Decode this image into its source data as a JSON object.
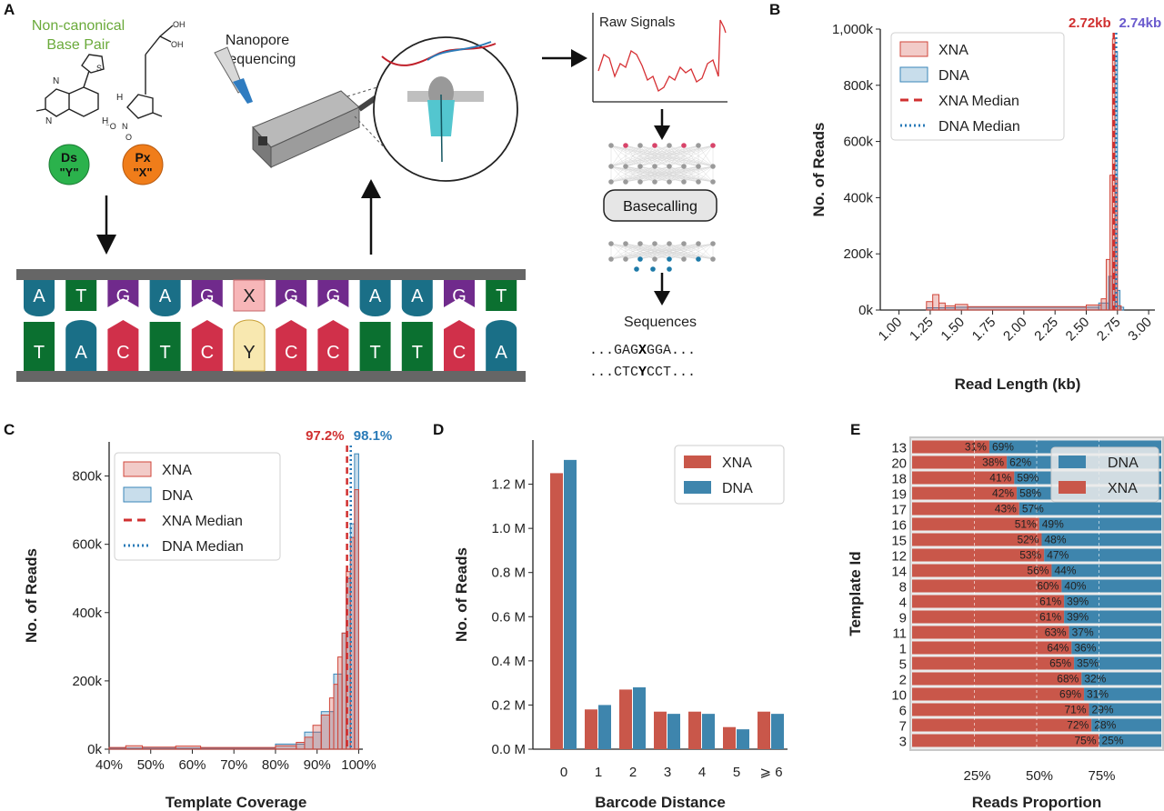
{
  "figure": {
    "panel_letters": [
      "A",
      "B",
      "C",
      "D",
      "E"
    ],
    "panel_a": {
      "noncanonical_line1": "Non-canonical",
      "noncanonical_line2": "Base Pair",
      "ds_label": "Ds",
      "ds_sub": "\"Y\"",
      "px_label": "Px",
      "px_sub": "\"X\"",
      "nanopore_line1": "Nanopore",
      "nanopore_line2": "Sequencing",
      "raw_signals": "Raw Signals",
      "basecalling": "Basecalling",
      "sequences": "Sequences",
      "seq_top_pre": "...GAG",
      "seq_top_x": "X",
      "seq_top_post": "GGA...",
      "seq_bottom_pre": "...CTC",
      "seq_bottom_y": "Y",
      "seq_bottom_post": "CCT...",
      "top_strand": [
        "A",
        "T",
        "G",
        "A",
        "G",
        "X",
        "G",
        "G",
        "A",
        "A",
        "G",
        "T"
      ],
      "bottom_strand": [
        "T",
        "A",
        "C",
        "T",
        "C",
        "Y",
        "C",
        "C",
        "T",
        "T",
        "C",
        "A"
      ],
      "base_colors": {
        "A": "#1a6f87",
        "T": "#0b7030",
        "G": "#702a8c",
        "C": "#d0304a",
        "X": "#f7b6b8",
        "Y": "#f8e8b0"
      },
      "ds_color": "#2bb24c",
      "px_color": "#f07d1a",
      "accent_green": "#6aaa3a"
    }
  },
  "chart_data": [
    {
      "panel": "B",
      "type": "histogram",
      "xlabel": "Read Length (kb)",
      "ylabel": "No. of Reads",
      "xticks": [
        "1.00",
        "1.25",
        "1.50",
        "1.75",
        "2.00",
        "2.25",
        "2.50",
        "2.75",
        "3.00"
      ],
      "yticks": [
        "0k",
        "200k",
        "400k",
        "600k",
        "800k",
        "1,000k"
      ],
      "xlim": [
        0.85,
        3.05
      ],
      "ylim": [
        0,
        1000
      ],
      "legend": [
        "XNA",
        "DNA",
        "XNA Median",
        "DNA Median"
      ],
      "legend_position": "top-left",
      "xna_median_label": "2.72kb",
      "dna_median_label": "2.74kb",
      "xna_median": 2.72,
      "dna_median": 2.74,
      "series": [
        {
          "name": "XNA",
          "color": "#d0463a",
          "bins": [
            [
              1.22,
              1.27,
              30
            ],
            [
              1.27,
              1.32,
              55
            ],
            [
              1.32,
              1.37,
              25
            ],
            [
              1.37,
              1.45,
              15
            ],
            [
              1.45,
              1.55,
              20
            ],
            [
              1.55,
              2.5,
              12
            ],
            [
              2.5,
              2.62,
              18
            ],
            [
              2.62,
              2.66,
              40
            ],
            [
              2.66,
              2.69,
              180
            ],
            [
              2.69,
              2.71,
              480
            ],
            [
              2.71,
              2.73,
              965
            ],
            [
              2.73,
              2.75,
              470
            ],
            [
              2.75,
              2.78,
              15
            ]
          ]
        },
        {
          "name": "DNA",
          "color": "#3a86b8",
          "bins": [
            [
              1.22,
              1.45,
              8
            ],
            [
              1.45,
              2.6,
              10
            ],
            [
              2.6,
              2.68,
              25
            ],
            [
              2.68,
              2.71,
              120
            ],
            [
              2.71,
              2.73,
              250
            ],
            [
              2.73,
              2.75,
              920
            ],
            [
              2.75,
              2.77,
              70
            ],
            [
              2.77,
              2.8,
              10
            ]
          ]
        }
      ]
    },
    {
      "panel": "C",
      "type": "histogram",
      "xlabel": "Template Coverage",
      "ylabel": "No. of Reads",
      "xticks": [
        "40%",
        "50%",
        "60%",
        "70%",
        "80%",
        "90%",
        "100%"
      ],
      "yticks": [
        "0k",
        "200k",
        "400k",
        "600k",
        "800k"
      ],
      "xlim": [
        40,
        101
      ],
      "ylim": [
        0,
        900
      ],
      "legend": [
        "XNA",
        "DNA",
        "XNA Median",
        "DNA Median"
      ],
      "legend_position": "top-left",
      "xna_median_label": "97.2%",
      "dna_median_label": "98.1%",
      "xna_median": 97.2,
      "dna_median": 98.1,
      "series": [
        {
          "name": "XNA",
          "color": "#d0463a",
          "bins": [
            [
              40,
              44,
              5
            ],
            [
              44,
              48,
              10
            ],
            [
              48,
              56,
              6
            ],
            [
              56,
              62,
              9
            ],
            [
              62,
              80,
              5
            ],
            [
              80,
              85,
              10
            ],
            [
              85,
              87,
              20
            ],
            [
              87,
              89,
              35
            ],
            [
              89,
              91,
              70
            ],
            [
              91,
              93,
              100
            ],
            [
              93,
              94,
              150
            ],
            [
              94,
              95,
              190
            ],
            [
              95,
              96,
              270
            ],
            [
              96,
              97,
              340
            ],
            [
              97,
              98,
              520
            ],
            [
              98,
              99,
              620
            ],
            [
              99,
              100,
              760
            ]
          ]
        },
        {
          "name": "DNA",
          "color": "#3a86b8",
          "bins": [
            [
              40,
              80,
              3
            ],
            [
              80,
              87,
              15
            ],
            [
              87,
              91,
              50
            ],
            [
              91,
              94,
              110
            ],
            [
              94,
              96,
              220
            ],
            [
              96,
              97,
              340
            ],
            [
              97,
              98,
              500
            ],
            [
              98,
              99,
              660
            ],
            [
              99,
              100,
              865
            ]
          ]
        }
      ]
    },
    {
      "panel": "D",
      "type": "bar",
      "xlabel": "Barcode Distance",
      "ylabel": "No. of Reads",
      "categories": [
        "0",
        "1",
        "2",
        "3",
        "4",
        "5",
        "⩾ 6"
      ],
      "yticks": [
        "0.0 M",
        "0.2 M",
        "0.4 M",
        "0.6 M",
        "0.8 M",
        "1.0 M",
        "1.2 M"
      ],
      "ylim": [
        0,
        1.4
      ],
      "legend_position": "top-right",
      "series": [
        {
          "name": "XNA",
          "color": "#c9574a",
          "values": [
            1.25,
            0.18,
            0.27,
            0.17,
            0.17,
            0.1,
            0.17
          ]
        },
        {
          "name": "DNA",
          "color": "#3e85ad",
          "values": [
            1.31,
            0.2,
            0.28,
            0.16,
            0.16,
            0.09,
            0.16
          ]
        }
      ]
    },
    {
      "panel": "E",
      "type": "bar",
      "orientation": "horizontal-stacked",
      "xlabel": "Reads Proportion",
      "ylabel": "Template Id",
      "xticks": [
        "25%",
        "50%",
        "75%"
      ],
      "legend_position": "top-right",
      "categories": [
        "13",
        "20",
        "18",
        "19",
        "17",
        "16",
        "15",
        "12",
        "14",
        "8",
        "4",
        "9",
        "11",
        "1",
        "5",
        "2",
        "10",
        "6",
        "7",
        "3"
      ],
      "series": [
        {
          "name": "XNA",
          "color": "#c9574a",
          "values": [
            31,
            38,
            41,
            42,
            43,
            51,
            52,
            53,
            56,
            60,
            61,
            61,
            63,
            64,
            65,
            68,
            69,
            71,
            72,
            75
          ]
        },
        {
          "name": "DNA",
          "color": "#3e85ad",
          "values": [
            69,
            62,
            59,
            58,
            57,
            49,
            48,
            47,
            44,
            40,
            39,
            39,
            37,
            36,
            35,
            32,
            31,
            29,
            28,
            25
          ]
        }
      ]
    }
  ]
}
